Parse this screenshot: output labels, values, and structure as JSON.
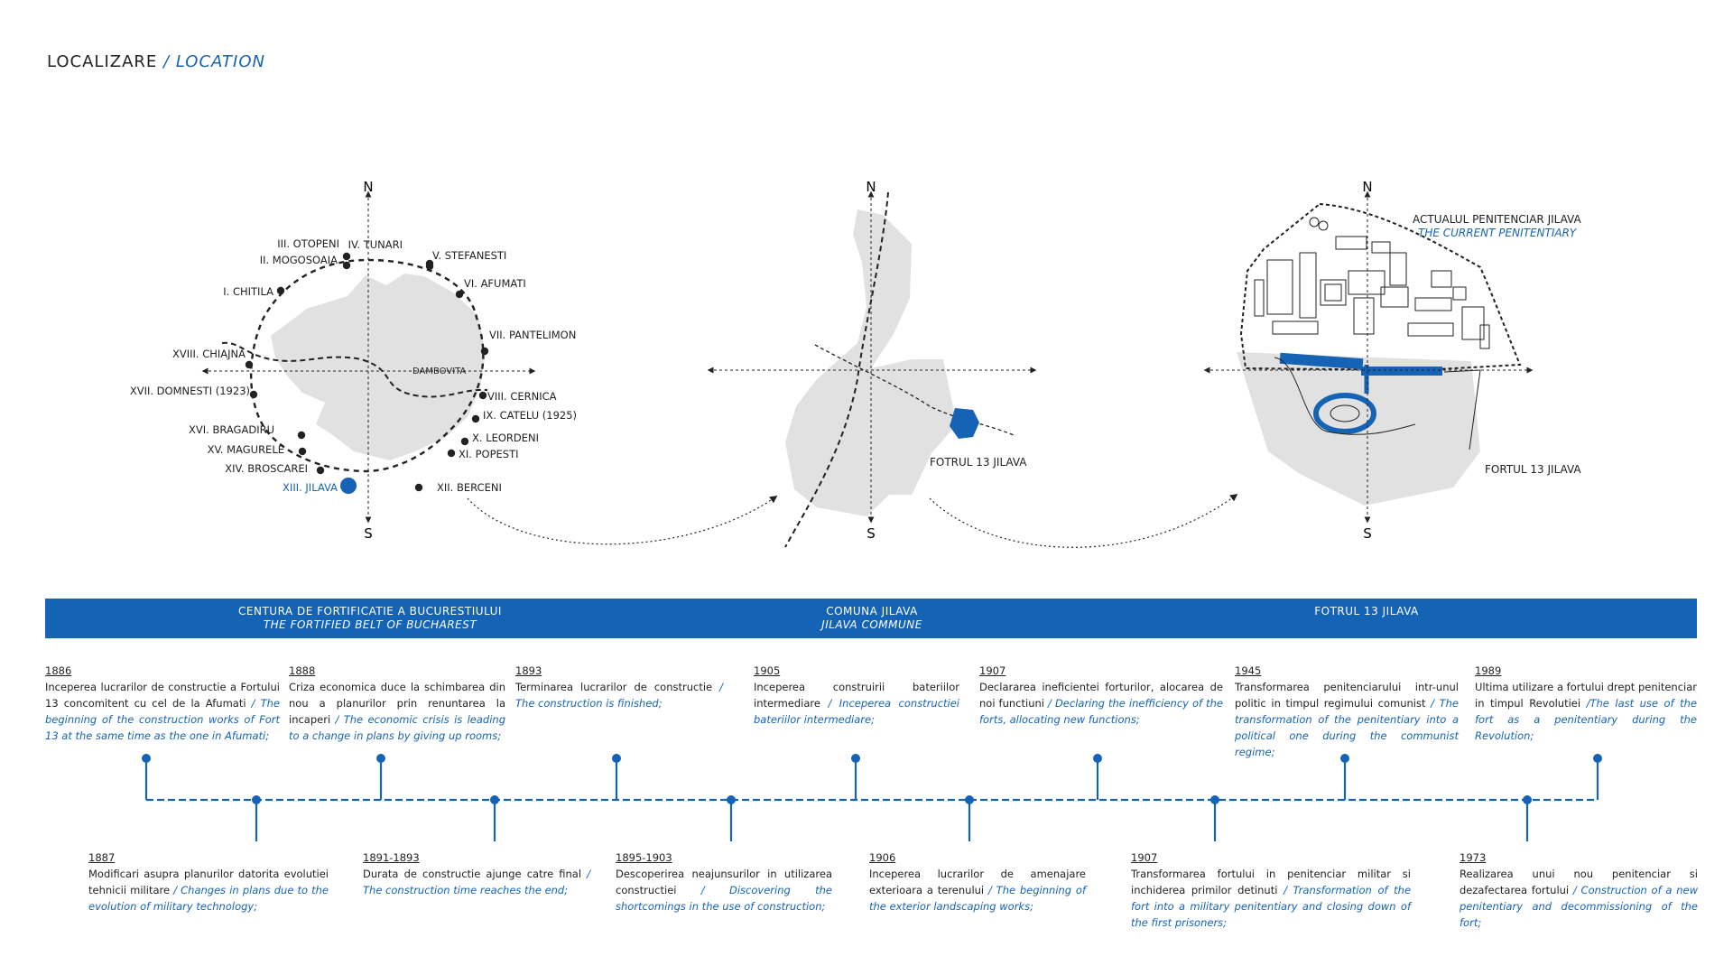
{
  "title": {
    "ro": "LOCALIZARE",
    "sep": " / ",
    "en": "LOCATION"
  },
  "colors": {
    "accent": "#1563b4",
    "map_fill": "#e1e1e1",
    "ink": "#222222"
  },
  "compass": {
    "north": "N",
    "south": "S"
  },
  "map1": {
    "river": "DAMBOVITA",
    "forts": [
      {
        "label": "I. CHITILA"
      },
      {
        "label": "II. MOGOSOAIA"
      },
      {
        "label": "III. OTOPENI"
      },
      {
        "label": "IV. TUNARI"
      },
      {
        "label": "V. STEFANESTI"
      },
      {
        "label": "VI. AFUMATI"
      },
      {
        "label": "VII. PANTELIMON"
      },
      {
        "label": "VIII. CERNICA"
      },
      {
        "label": "IX. CATELU (1925)"
      },
      {
        "label": "X. LEORDENI"
      },
      {
        "label": "XI. POPESTI"
      },
      {
        "label": "XII. BERCENI"
      },
      {
        "label": "XIII. JILAVA",
        "highlight": true
      },
      {
        "label": "XIV. BROSCAREI"
      },
      {
        "label": "XV. MAGURELE"
      },
      {
        "label": "XVI. BRAGADIRU"
      },
      {
        "label": "XVII. DOMNESTI (1923)"
      },
      {
        "label": "XVIII. CHIAJNA"
      }
    ]
  },
  "map2": {
    "label": "FOTRUL 13 JILAVA"
  },
  "map3": {
    "penitentiary_ro": "ACTUALUL PENITENCIAR JILAVA",
    "penitentiary_en": "THE CURRENT PENITENTIARY",
    "fort_label": "FORTUL 13 JILAVA"
  },
  "band": [
    {
      "ro": "CENTURA DE FORTIFICATIE A BUCURESTIULUI",
      "en": "THE FORTIFIED BELT OF BUCHAREST"
    },
    {
      "ro": "COMUNA JILAVA",
      "en": "JILAVA COMMUNE"
    },
    {
      "ro": "FOTRUL 13 JILAVA",
      "en": ""
    }
  ],
  "timeline_top": [
    {
      "year": "1886",
      "ro": "Inceperea lucrarilor de constructie a Fortului 13 concomitent cu cel de la Afumati",
      "en": "/ The beginning of the construction works of Fort 13 at the same time as the one in Afumati;"
    },
    {
      "year": "1888",
      "ro": "Criza economica duce la schimbarea din nou a planurilor prin renuntarea la incaperi",
      "en": "/ The economic crisis is leading to a change in plans by giving up rooms;"
    },
    {
      "year": "1893",
      "ro": "Terminarea lucrarilor de constructie",
      "en": "/ The construction is finished;"
    },
    {
      "year": "1905",
      "ro": "Inceperea construirii bateriilor intermediare",
      "en": "/ Inceperea constructiei bateriilor intermediare;"
    },
    {
      "year": "1907",
      "ro": "Declararea ineficientei forturilor, alocarea de noi functiuni",
      "en": "/ Declaring the inefficiency of the forts, allocating new functions;"
    },
    {
      "year": "1945",
      "ro": "Transformarea penitenciarului intr-unul politic in timpul regimului comunist",
      "en": "/ The transformation of the penitentiary into a political one during the communist regime;"
    },
    {
      "year": "1989",
      "ro": "Ultima utilizare a fortului drept penitenciar in timpul Revolutiei",
      "en": "/The last use of the fort as a penitentiary during the Revolution;"
    }
  ],
  "timeline_bottom": [
    {
      "year": "1887",
      "ro": "Modificari asupra planurilor datorita evolutiei tehnicii militare",
      "en": "/ Changes in plans due to the evolution of military technology;"
    },
    {
      "year": "1891-1893",
      "ro": "Durata de constructie ajunge catre final",
      "en": "/ The construction time reaches the end;"
    },
    {
      "year": "1895-1903",
      "ro": "Descoperirea neajunsurilor in utilizarea constructiei",
      "en": "/ Discovering the shortcomings in the use of construction;"
    },
    {
      "year": "1906",
      "ro": "Inceperea lucrarilor de amenajare exterioara a terenului",
      "en": "/ The beginning of the exterior landscaping works;"
    },
    {
      "year": "1907",
      "ro": "Transformarea fortului in penitenciar militar si inchiderea primilor detinuti",
      "en": "/ Transformation of the fort into a military penitentiary and closing down of the first prisoners;"
    },
    {
      "year": "1973",
      "ro": "Realizarea unui nou penitenciar si dezafectarea fortului",
      "en": "/ Construction of a new penitentiary and decommissioning of the fort;"
    }
  ]
}
